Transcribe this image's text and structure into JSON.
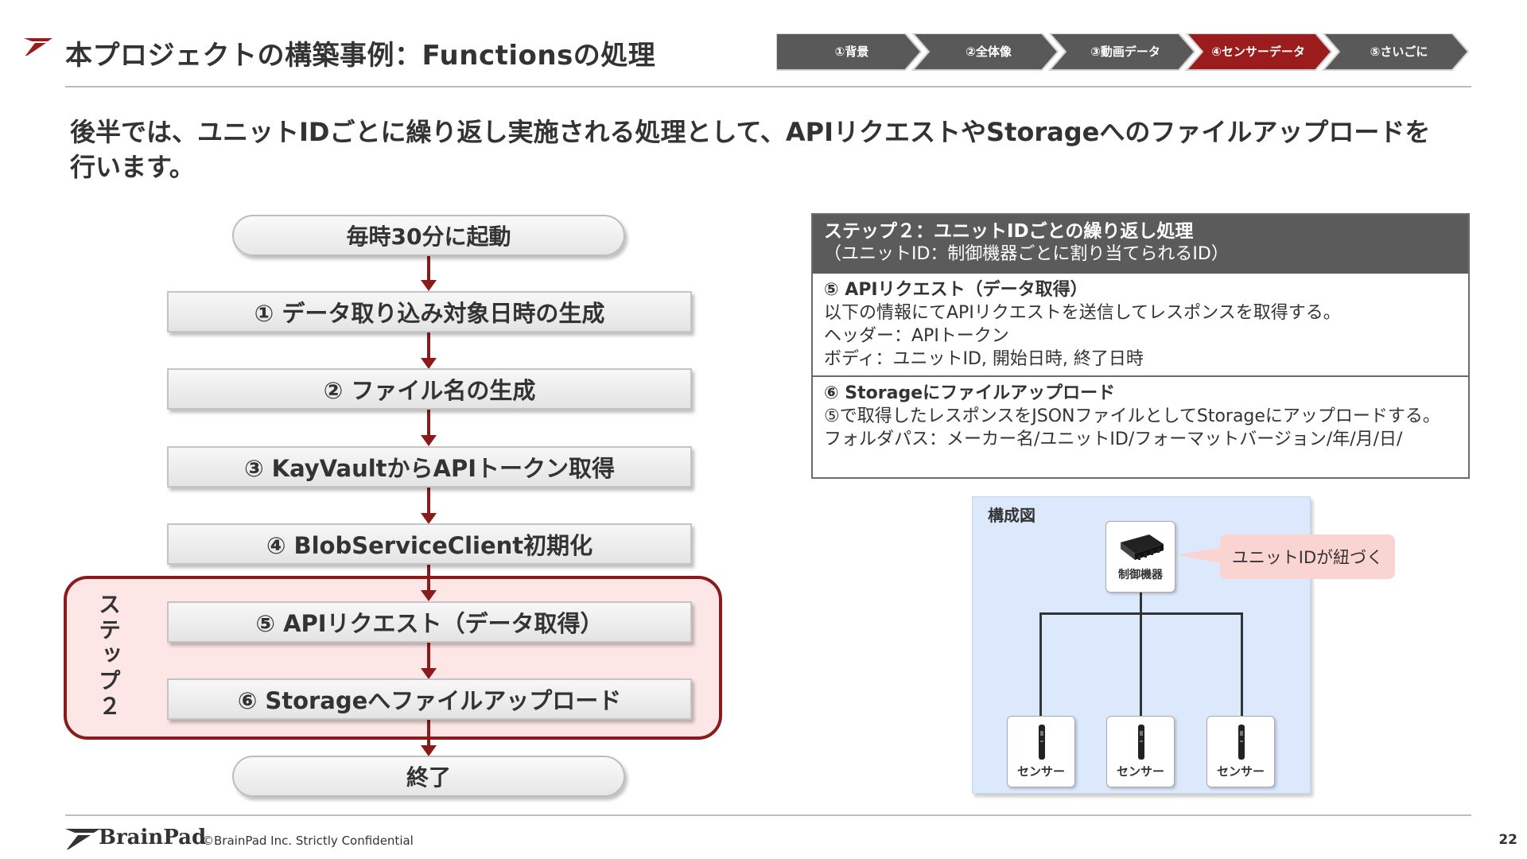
{
  "header": {
    "title": "本プロジェクトの構築事例：Functionsの処理"
  },
  "progress": {
    "steps": [
      {
        "label": "①背景",
        "active": false
      },
      {
        "label": "②全体像",
        "active": false
      },
      {
        "label": "③動画データ",
        "active": false
      },
      {
        "label": "④センサーデータ",
        "active": true
      },
      {
        "label": "⑤さいごに",
        "active": false
      }
    ],
    "colors": {
      "inactive": "#595959",
      "active": "#9b1c1c"
    }
  },
  "lead": "後半では、ユニットIDごとに繰り返し実施される処理として、APIリクエストやStorageへのファイルアップロードを行います。",
  "flow": {
    "start": "毎時30分に起動",
    "steps": [
      "① データ取り込み対象日時の生成",
      "② ファイル名の生成",
      "③ KayVaultからAPIトークン取得",
      "④ BlobServiceClient初期化",
      "⑤ APIリクエスト（データ取得）",
      "⑥ Storageへファイルアップロード"
    ],
    "end": "終了",
    "group_label": "ステップ２",
    "accent": "#8b1a1a"
  },
  "info": {
    "header_line1": "ステップ２：ユニットIDごとの繰り返し処理",
    "header_line2": "（ユニットID：制御機器ごとに割り当てられるID）",
    "sec1": {
      "title": "⑤ APIリクエスト（データ取得）",
      "lines": [
        "以下の情報にてAPIリクエストを送信してレスポンスを取得する。",
        "ヘッダー：APIトークン",
        "ボディ：ユニットID, 開始日時, 終了日時"
      ]
    },
    "sec2": {
      "title": "⑥ Storageにファイルアップロード",
      "lines": [
        "⑤で取得したレスポンスをJSONファイルとしてStorageにアップロードする。",
        "フォルダパス：メーカー名/ユニットID/フォーマットバージョン/年/月/日/"
      ]
    }
  },
  "diagram": {
    "title": "構成図",
    "device_label": "制御機器",
    "callout": "ユニットIDが紐づく",
    "sensor_labels": [
      "センサー",
      "センサー",
      "センサー"
    ]
  },
  "footer": {
    "brand": "BrainPad",
    "copyright": "©BrainPad Inc.  Strictly Confidential",
    "page": "22"
  }
}
